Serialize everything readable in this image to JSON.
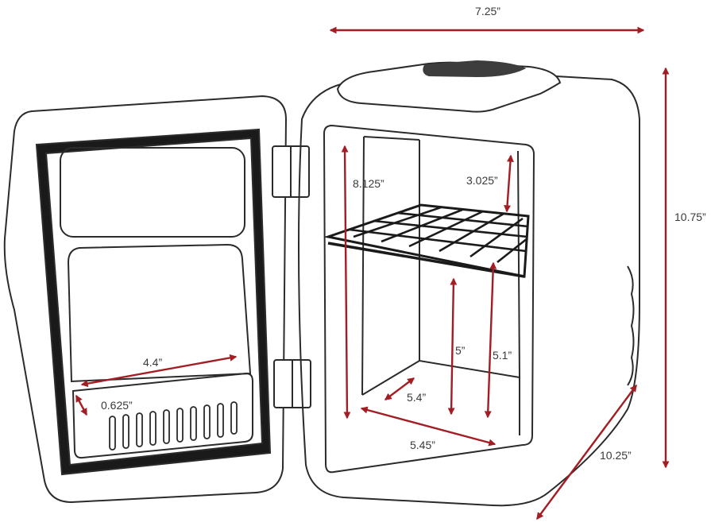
{
  "diagram": {
    "subject": "mini fridge with door open, dimension drawing",
    "line_color": "#2b2b2b",
    "arrow_color": "#a31d24",
    "labels": {
      "overall_width": "7.25”",
      "overall_height": "10.75”",
      "overall_depth": "10.25”",
      "interior_height": "8.125”",
      "upper_clearance": "3.025”",
      "lower_height_front": "5”",
      "lower_height_back": "5.1”",
      "interior_depth": "5.4”",
      "interior_width": "5.45”",
      "door_bin_width": "4.4”",
      "door_bin_depth": "0.625”"
    }
  }
}
